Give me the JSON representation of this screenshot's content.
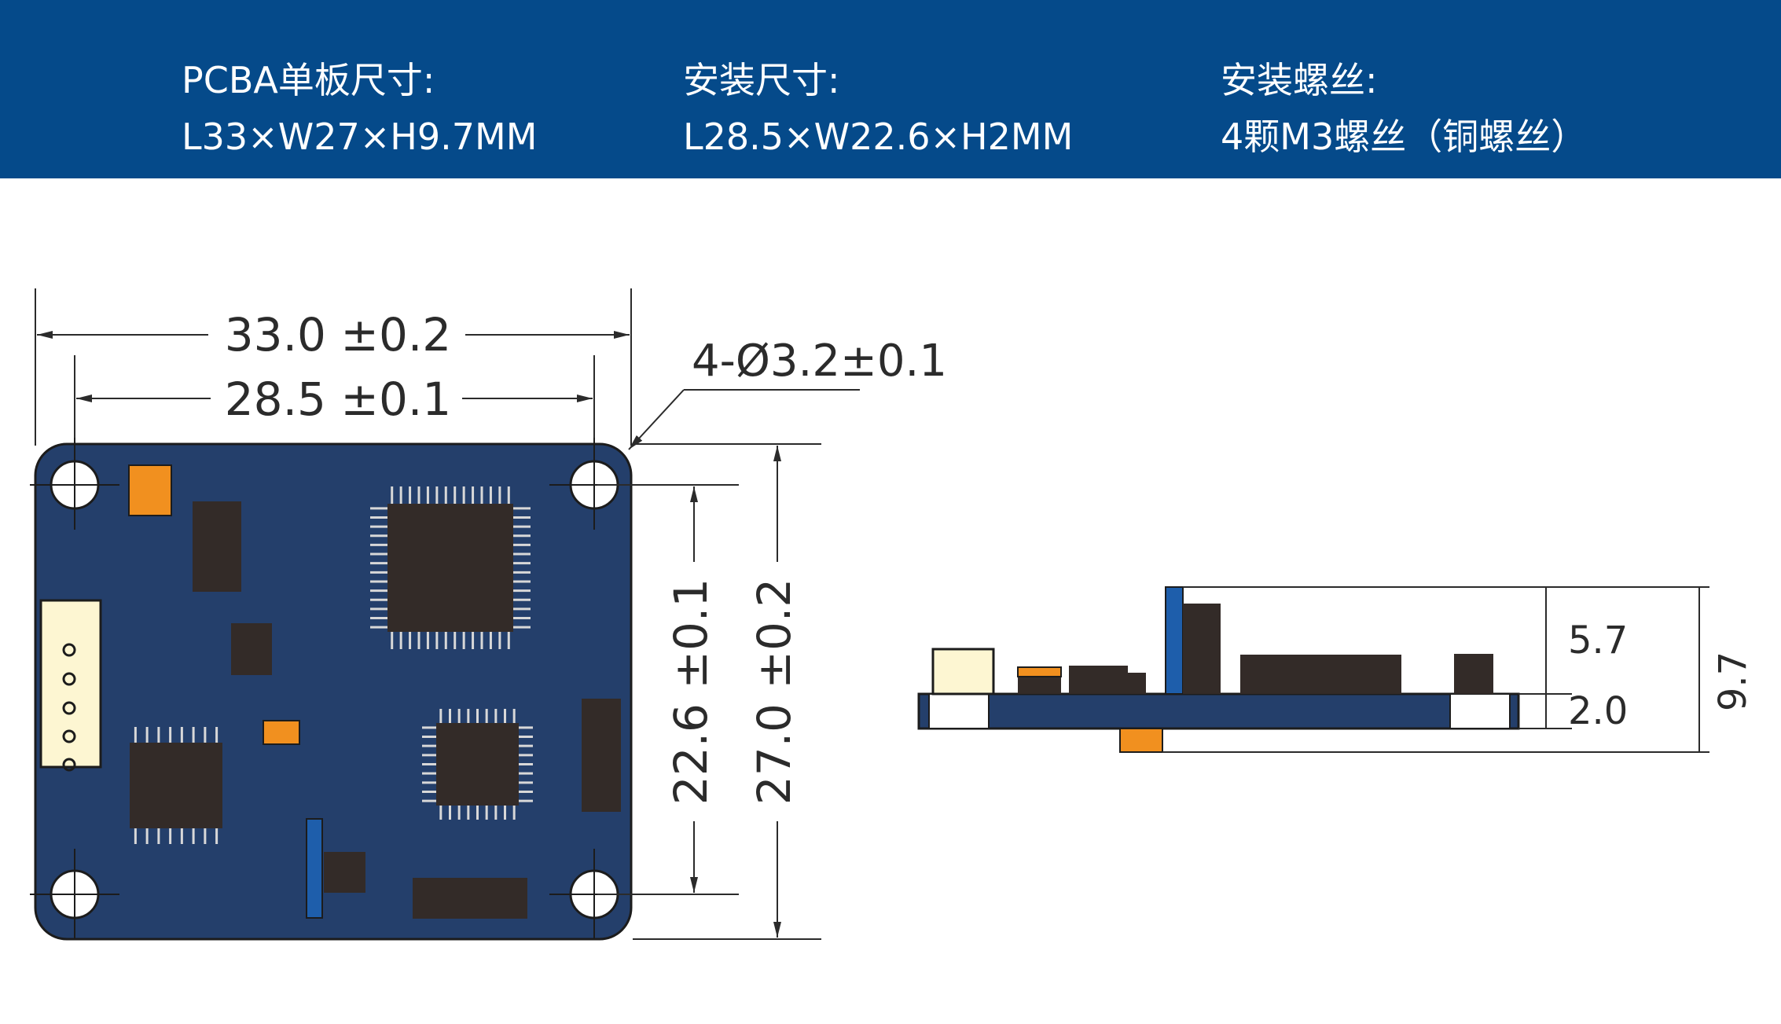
{
  "header": {
    "specs": [
      {
        "label": "PCBA单板尺寸:",
        "value": "L33×W27×H9.7MM"
      },
      {
        "label": "安装尺寸:",
        "value": "L28.5×W22.6×H2MM"
      },
      {
        "label": "安装螺丝:",
        "value": "4颗M3螺丝（铜螺丝）"
      }
    ]
  },
  "drawing": {
    "dims": {
      "overall_length": "33.0 ±0.2",
      "mount_length": "28.5 ±0.1",
      "hole_spec": "4-Ø3.2±0.1",
      "mount_width": "22.6 ±0.1",
      "overall_width": "27.0 ±0.2"
    },
    "side_dims": {
      "component_height": "5.7",
      "board_height": "2.0",
      "total_height": "9.7"
    }
  },
  "colors": {
    "banner": "#054a8a",
    "pcb": "#243f6b",
    "chip": "#332b28",
    "orange": "#f1901f",
    "connector": "#fdf6d2",
    "blue_part": "#1e5eab"
  }
}
